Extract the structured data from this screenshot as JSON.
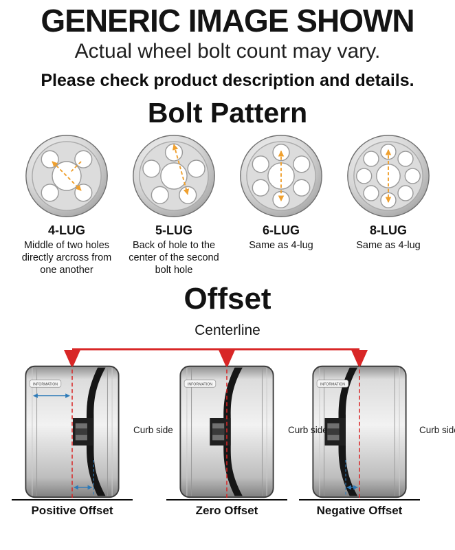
{
  "header": {
    "title": "GENERIC IMAGE SHOWN",
    "subtitle": "Actual wheel bolt count may vary.",
    "note": "Please check product description and details."
  },
  "bolt_pattern": {
    "title": "Bolt Pattern",
    "items": [
      {
        "label": "4-LUG",
        "description": "Middle of two holes directly arcross from one another"
      },
      {
        "label": "5-LUG",
        "description": "Back of hole to the center of the second bolt hole"
      },
      {
        "label": "6-LUG",
        "description": "Same as 4-lug"
      },
      {
        "label": "8-LUG",
        "description": "Same as 4-lug"
      }
    ]
  },
  "offset": {
    "title": "Offset",
    "centerline_label": "Centerline",
    "curb_side_label": "Curb side",
    "barrel_text": "INFORMATION",
    "items": [
      {
        "label": "Positive Offset"
      },
      {
        "label": "Zero Offset"
      },
      {
        "label": "Negative Offset"
      }
    ]
  },
  "colors": {
    "marker_red": "#d82626",
    "measure_blue": "#2d7ab8",
    "dash_orange": "#efa02f"
  }
}
